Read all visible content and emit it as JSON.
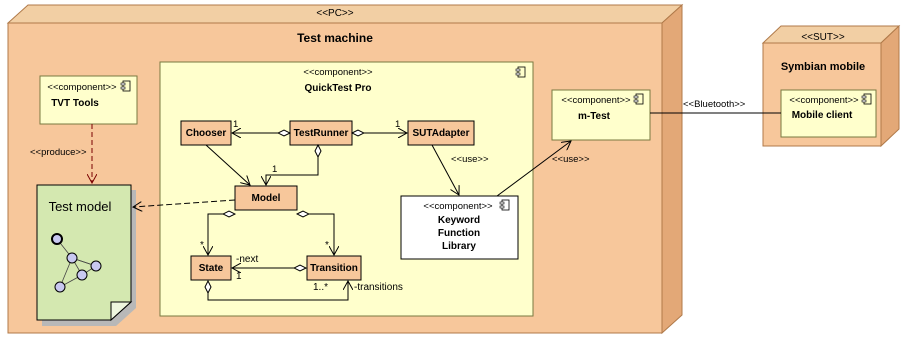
{
  "nodes": {
    "pc": {
      "stereotype": "<<PC>>",
      "name": "Test machine"
    },
    "sut": {
      "stereotype": "<<SUT>>",
      "name": "Symbian mobile"
    }
  },
  "components": {
    "tvt_tools": {
      "stereotype": "<<component>>",
      "name": "TVT Tools"
    },
    "quicktest_pro": {
      "stereotype": "<<component>>",
      "name": "QuickTest Pro"
    },
    "m_test": {
      "stereotype": "<<component>>",
      "name": "m-Test"
    },
    "mobile_client": {
      "stereotype": "<<component>>",
      "name": "Mobile client"
    },
    "keyword_library": {
      "stereotype": "<<component>>",
      "name_lines": [
        "Keyword",
        "Function",
        "Library"
      ]
    }
  },
  "classes": {
    "chooser": "Chooser",
    "testrunner": "TestRunner",
    "sutadapter": "SUTAdapter",
    "model": "Model",
    "state": "State",
    "transition": "Transition"
  },
  "artifact": {
    "name": "Test model"
  },
  "labels": {
    "produce": "<<produce>>",
    "use_sutadapter": "<<use>>",
    "use_mtest": "<<use>>",
    "bluetooth": "<<Bluetooth>>",
    "mult_chooser": "1",
    "mult_sutadapter": "1",
    "mult_model": "1",
    "mult_state_star": "*",
    "mult_transition_star": "*",
    "next_role": "-next",
    "next_mult": "1",
    "transitions_mult": "1..*",
    "transitions_role": "-transitions"
  },
  "colors": {
    "node_fill": "#f7c79b",
    "node_dark": "#d9a070",
    "node_side": "#eab489",
    "component_fill": "#ffffcc",
    "class_fill": "#f7c79b",
    "artifact_fill": "#d4e8b0",
    "graph_node": "#c8c8f0",
    "white_box": "#ffffff"
  }
}
